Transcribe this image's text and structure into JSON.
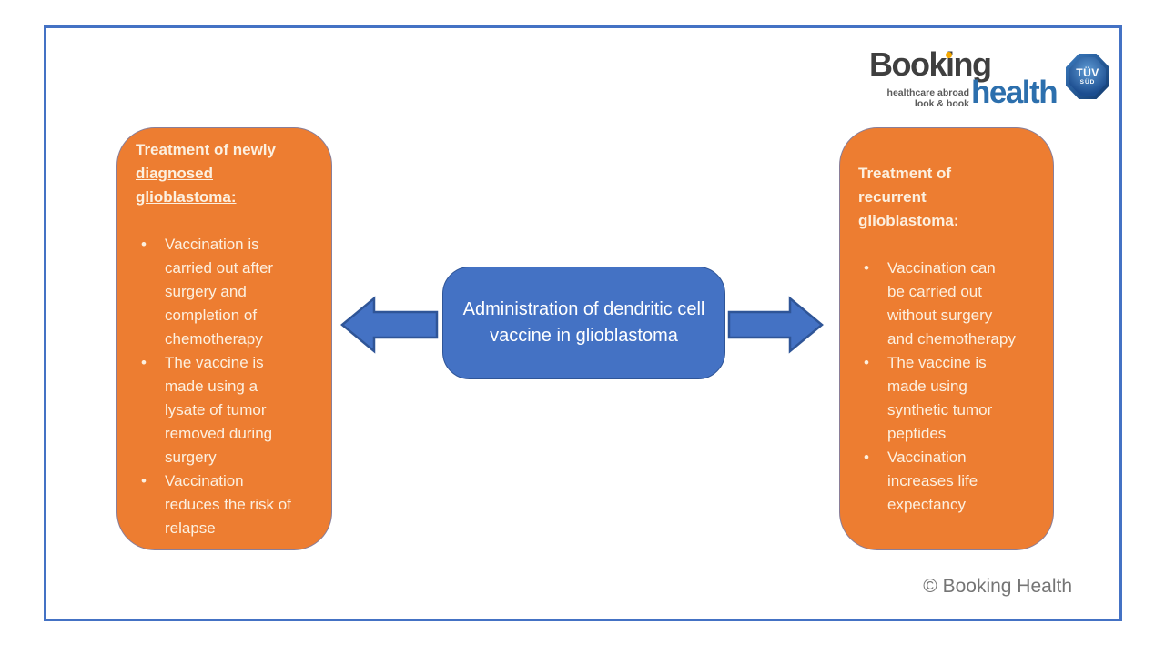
{
  "colors": {
    "orange": "#ED7D31",
    "box_outline": "#8A7E98",
    "blue": "#4472C4",
    "blue_outline": "#2F5597",
    "frame_border": "#4472C4",
    "box_text": "#FCF0E0",
    "logo_dark": "#3F3F3F",
    "logo_blue": "#2C6FAD",
    "logo_dot": "#F5A800",
    "copyright_gray": "#757575"
  },
  "logo": {
    "word1_part1": "Book",
    "word1_i": "i",
    "word1_part3": "ng",
    "tagline1": "healthcare abroad",
    "tagline2": "look & book",
    "word2": "health",
    "tuv_line1": "TÜV",
    "tuv_line2": "SÜD"
  },
  "center_box": {
    "text": "Administration of dendritic cell vaccine in glioblastoma"
  },
  "left_box": {
    "heading": "Treatment of newly diagnosed glioblastoma:",
    "bullets": [
      "Vaccination is carried out after surgery and completion of chemotherapy",
      "The vaccine is made using a lysate of tumor removed during surgery",
      "Vaccination reduces the risk of relapse"
    ]
  },
  "right_box": {
    "heading": "Treatment of recurrent glioblastoma:",
    "bullets": [
      "Vaccination can be carried out without surgery and chemotherapy",
      "The vaccine is made using synthetic tumor peptides",
      "Vaccination increases life expectancy"
    ]
  },
  "footer": {
    "copyright": "© Booking Health"
  }
}
